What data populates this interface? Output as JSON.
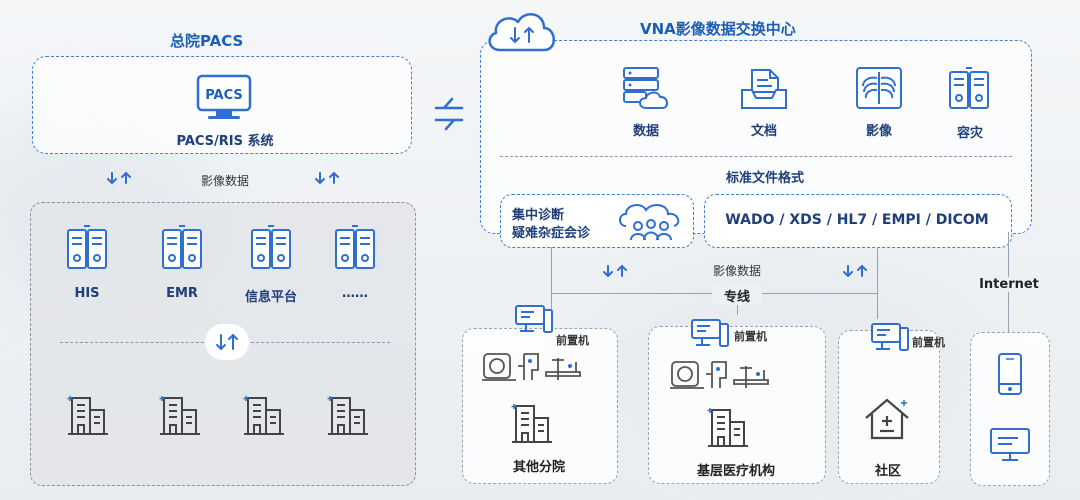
{
  "left": {
    "title": "总院PACS",
    "pacs_icon_text": "PACS",
    "pacs_label": "PACS/RIS 系统",
    "exchange_label": "影像数据",
    "systems": [
      "HIS",
      "EMR",
      "信息平台",
      "……"
    ]
  },
  "vna": {
    "title": "VNA影像数据交换中心",
    "items": [
      "数据",
      "文档",
      "影像",
      "容灾"
    ],
    "standard_title": "标准文件格式",
    "diagnosis": [
      "集中诊断",
      "疑难杂症会诊"
    ],
    "formats": "WADO / XDS / HL7 / EMPI / DICOM"
  },
  "bottom": {
    "exchange_label": "影像数据",
    "line_label": "专线",
    "internet_label": "Internet",
    "front_label": "前置机",
    "sites": [
      "其他分院",
      "基层医疗机构",
      "社区"
    ]
  },
  "colors": {
    "primary": "#1b5fb5",
    "icon_blue": "#2f6fd0",
    "icon_gray": "#555555"
  }
}
